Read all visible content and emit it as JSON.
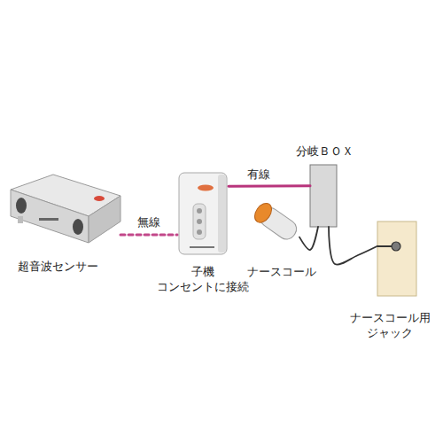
{
  "diagram": {
    "nodes": [
      {
        "text": [
          "超音波センサー"
        ]
      },
      {
        "text": [
          "子機 コンセントに接続"
        ]
      },
      {
        "text": [
          "分岐ＢＯＸ"
        ]
      },
      {
        "text": [
          "ナースコール"
        ]
      },
      {
        "text": [
          "ナースコール用 ジャック"
        ]
      }
    ],
    "edges": [
      {
        "from": 0,
        "to": 1,
        "label": "無線",
        "arrow": "none"
      },
      {
        "from": 1,
        "to": 2,
        "label": "有線",
        "arrow": "none"
      },
      {
        "from": 3,
        "to": 2,
        "arrow": "none"
      },
      {
        "from": 2,
        "to": 4,
        "arrow": "none"
      }
    ]
  }
}
